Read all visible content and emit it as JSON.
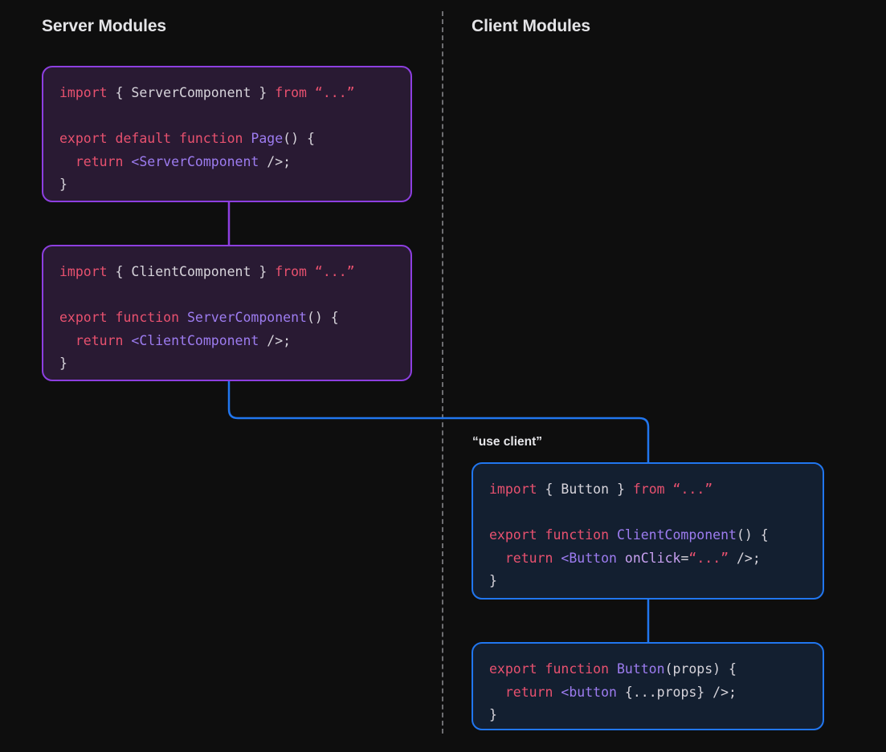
{
  "columns": {
    "server": {
      "heading": "Server Modules"
    },
    "client": {
      "heading": "Client Modules"
    }
  },
  "labels": {
    "use_client": "“use client”"
  },
  "colors": {
    "background": "#0e0e0e",
    "server_box_fill": "#291a33",
    "server_box_border": "#8d3fe0",
    "client_box_fill": "#131f30",
    "client_box_border": "#2176ef",
    "divider": "#6e6e71",
    "heading_text": "#e4e4e7",
    "token_keyword": "#e8516f",
    "token_identifier": "#d7d4db",
    "token_component": "#9d7cf0",
    "token_attribute": "#c8a0f0"
  },
  "boxes": {
    "page": {
      "side": "server",
      "lines": [
        "import { ServerComponent } from “...”",
        "",
        "export default function Page() {",
        "  return <ServerComponent />;",
        "}"
      ]
    },
    "server_component": {
      "side": "server",
      "lines": [
        "import { ClientComponent } from “...”",
        "",
        "export function ServerComponent() {",
        "  return <ClientComponent />;",
        "}"
      ]
    },
    "client_component": {
      "side": "client",
      "directive": "“use client”",
      "lines": [
        "import { Button } from “...”",
        "",
        "export function ClientComponent() {",
        "  return <Button onClick=“...” />;",
        "}"
      ]
    },
    "button": {
      "side": "client",
      "lines": [
        "export function Button(props) {",
        "  return <button {...props} />;",
        "}"
      ]
    }
  },
  "connectors": [
    {
      "name": "page-to-server-component",
      "color": "#8d3fe0",
      "from": "page",
      "to": "server_component"
    },
    {
      "name": "server-component-to-client-component",
      "color": "#2176ef",
      "from": "server_component",
      "to": "client_component"
    },
    {
      "name": "client-component-to-button",
      "color": "#2176ef",
      "from": "client_component",
      "to": "button"
    }
  ]
}
